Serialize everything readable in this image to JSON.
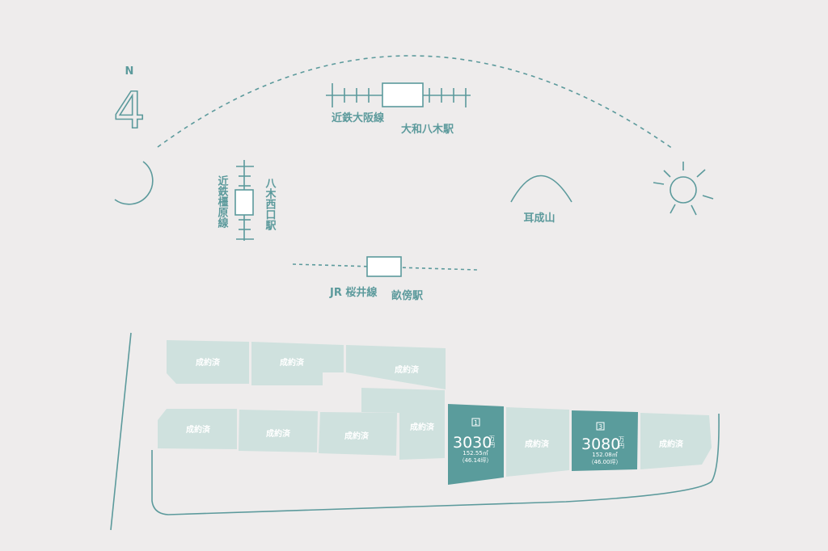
{
  "compass": {
    "letter": "N",
    "numeral": "4"
  },
  "stations": {
    "kintetsu_osaka": {
      "line": "近鉄大阪線",
      "station": "大和八木駅"
    },
    "kintetsu_kashihara": {
      "line": "近鉄橿原線",
      "station": "八木西口駅"
    },
    "jr_sakurai": {
      "line": "JR 桜井線",
      "station": "畝傍駅"
    }
  },
  "landmark": {
    "mountain": "耳成山"
  },
  "lots": {
    "sold_label": "成約済",
    "lot1": {
      "number": "1",
      "price": "3030",
      "unit_top": "万",
      "unit_bottom": "円",
      "area": "152.55㎡",
      "tsubo": "（46.14坪）"
    },
    "lot3": {
      "number": "3",
      "price": "3080",
      "unit_top": "万",
      "unit_bottom": "円",
      "area": "152.08㎡",
      "tsubo": "（46.00坪）"
    }
  },
  "colors": {
    "accent": "#5c9a9c",
    "sold_fill": "#cfe1de",
    "available_fill": "#5a9c9c",
    "background": "#eeecec"
  }
}
